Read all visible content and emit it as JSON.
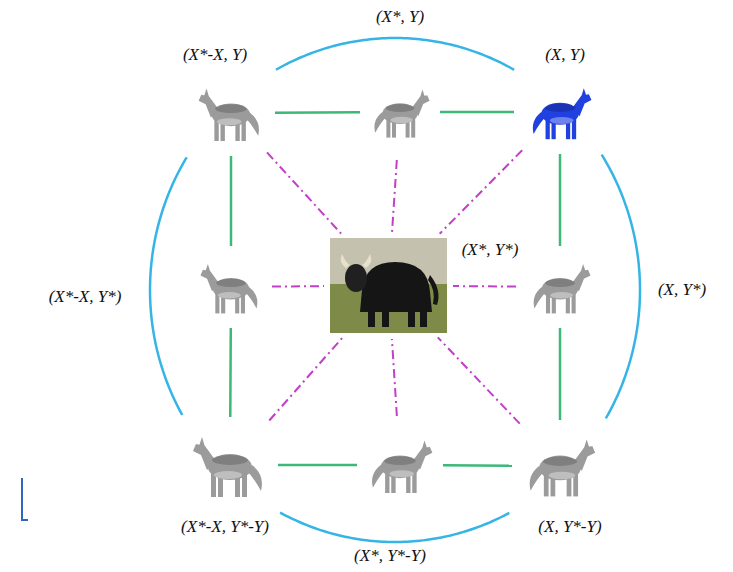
{
  "diagram": {
    "nodes": [
      {
        "text": [
          "(X*-X, Y)"
        ]
      },
      {
        "text": [
          "(X*, Y)"
        ]
      },
      {
        "text": [
          "(X, Y)"
        ]
      },
      {
        "text": [
          "(X*-X, Y*)"
        ]
      },
      {
        "text": [
          "(X*, Y*)"
        ]
      },
      {
        "text": [
          "(X, Y*)"
        ]
      },
      {
        "text": [
          "(X*-X, Y*-Y)"
        ]
      },
      {
        "text": [
          "(X*, Y*-Y)"
        ]
      },
      {
        "text": [
          "(X, Y*-Y)"
        ]
      }
    ],
    "edges": [
      {
        "from": 0,
        "to": 1,
        "arrow": "none"
      },
      {
        "from": 1,
        "to": 2,
        "arrow": "none"
      },
      {
        "from": 0,
        "to": 3,
        "arrow": "none"
      },
      {
        "from": 2,
        "to": 5,
        "arrow": "none"
      },
      {
        "from": 3,
        "to": 6,
        "arrow": "none"
      },
      {
        "from": 5,
        "to": 8,
        "arrow": "none"
      },
      {
        "from": 6,
        "to": 7,
        "arrow": "none"
      },
      {
        "from": 7,
        "to": 8,
        "arrow": "none"
      },
      {
        "from": 0,
        "to": 4,
        "arrow": "none"
      },
      {
        "from": 1,
        "to": 4,
        "arrow": "none"
      },
      {
        "from": 2,
        "to": 4,
        "arrow": "none"
      },
      {
        "from": 3,
        "to": 4,
        "arrow": "none"
      },
      {
        "from": 5,
        "to": 4,
        "arrow": "none"
      },
      {
        "from": 6,
        "to": 4,
        "arrow": "none"
      },
      {
        "from": 7,
        "to": 4,
        "arrow": "none"
      },
      {
        "from": 8,
        "to": 4,
        "arrow": "none"
      },
      {
        "from": 0,
        "to": 2,
        "arrow": "none"
      },
      {
        "from": 2,
        "to": 8,
        "arrow": "none"
      },
      {
        "from": 8,
        "to": 6,
        "arrow": "none"
      },
      {
        "from": 6,
        "to": 0,
        "arrow": "none"
      }
    ]
  }
}
